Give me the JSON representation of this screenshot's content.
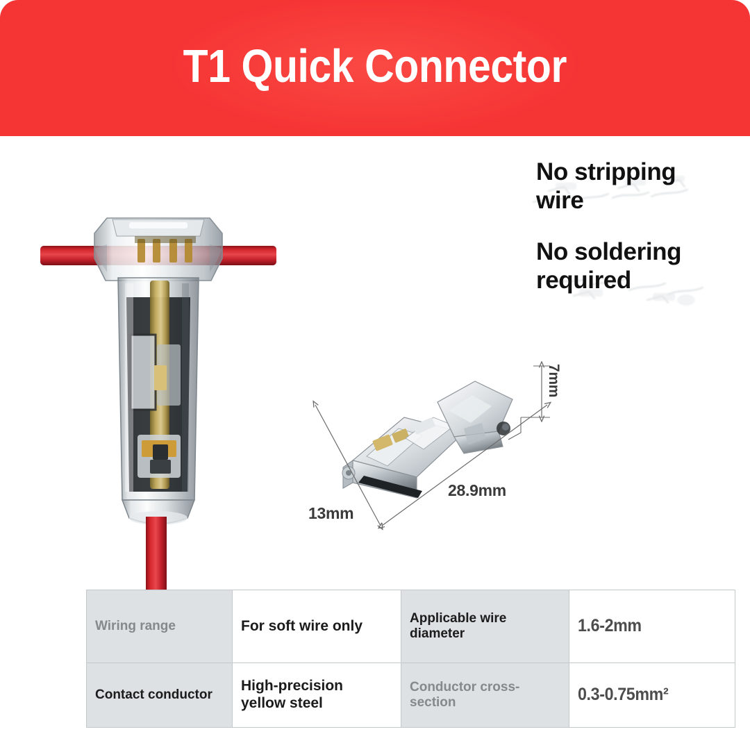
{
  "banner": {
    "title": "T1 Quick Connector",
    "color": "#f53434",
    "title_color": "#ffffff"
  },
  "features": [
    {
      "text": "No stripping wire"
    },
    {
      "text": "No soldering required"
    }
  ],
  "product": {
    "main_photo_alt": "t-tap quick connector with red wires",
    "dimension_photo_alt": "angled view of quick connector body"
  },
  "dimensions": {
    "width_label": "13mm",
    "length_label": "28.9mm",
    "height_label": "7mm"
  },
  "spec_table": {
    "rows": [
      {
        "label_1": "Wiring range",
        "value_1": "For soft wire only",
        "label_2": "Applicable wire diameter",
        "value_2": "1.6-2mm"
      },
      {
        "label_1": "Contact conductor",
        "value_1": "High-precision yellow steel",
        "label_2": "Conductor cross-section",
        "value_2": "0.3-0.75mm²"
      }
    ],
    "label_bg": "#dde1e3",
    "border_color": "#c3c8cb"
  },
  "colors": {
    "wire_red": "#cc2229",
    "background": "#ffffff",
    "text_dark": "#1b1b1b",
    "text_gray": "#86898c"
  }
}
